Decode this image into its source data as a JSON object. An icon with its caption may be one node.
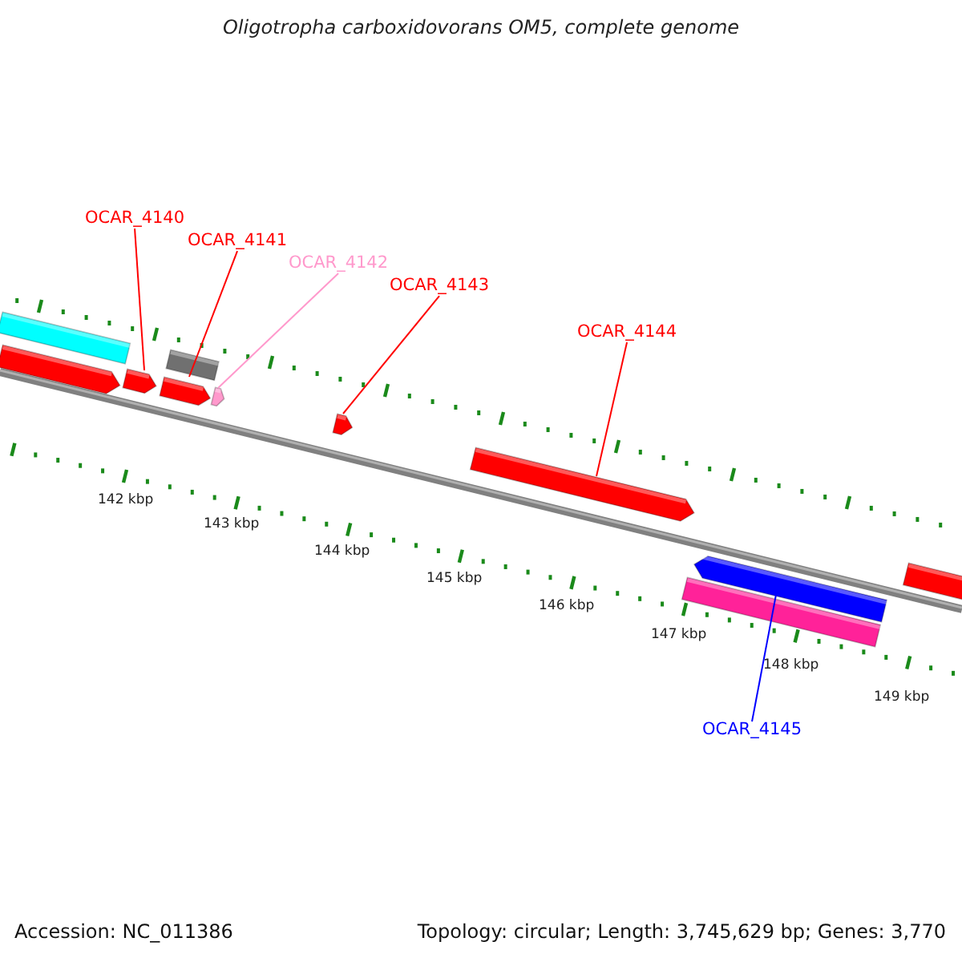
{
  "diagram": {
    "title": "Oligotropha carboxidovorans OM5, complete genome",
    "nodes": [
      {
        "text": [
          "OCAR_4140"
        ]
      },
      {
        "text": [
          "OCAR_4141"
        ]
      },
      {
        "text": [
          "OCAR_4142"
        ]
      },
      {
        "text": [
          "OCAR_4143"
        ]
      },
      {
        "text": [
          "OCAR_4144"
        ]
      },
      {
        "text": [
          "OCAR_4145"
        ]
      },
      {
        "text": [],
        "shape": "bar"
      },
      {
        "text": [],
        "shape": "arrow"
      },
      {
        "text": [],
        "shape": "arrow"
      },
      {
        "text": [],
        "shape": "bar"
      },
      {
        "text": [],
        "shape": "arrow"
      },
      {
        "text": [],
        "shape": "arrow"
      },
      {
        "text": [],
        "shape": "arrow"
      },
      {
        "text": [],
        "shape": "arrow"
      },
      {
        "text": [],
        "shape": "bar"
      },
      {
        "text": [],
        "shape": "arrow"
      },
      {
        "text": [],
        "shape": "arrow"
      }
    ],
    "edges": [
      {
        "from": 0,
        "to": 8,
        "arrow": "none"
      },
      {
        "from": 1,
        "to": 10,
        "arrow": "none"
      },
      {
        "from": 2,
        "to": 11,
        "arrow": "none",
        "color": "#ff99cc"
      },
      {
        "from": 3,
        "to": 12,
        "arrow": "none"
      },
      {
        "from": 4,
        "to": 13,
        "arrow": "none"
      },
      {
        "from": 5,
        "to": 15,
        "arrow": "none",
        "color": "#0000ff"
      }
    ],
    "labels": [
      "142 kbp",
      "143 kbp",
      "144 kbp",
      "145 kbp",
      "146 kbp",
      "147 kbp",
      "148 kbp",
      "149 kbp",
      "Accession: NC_011386",
      "Topology: circular; Length: 3,745,629 bp; Genes: 3,770"
    ]
  }
}
